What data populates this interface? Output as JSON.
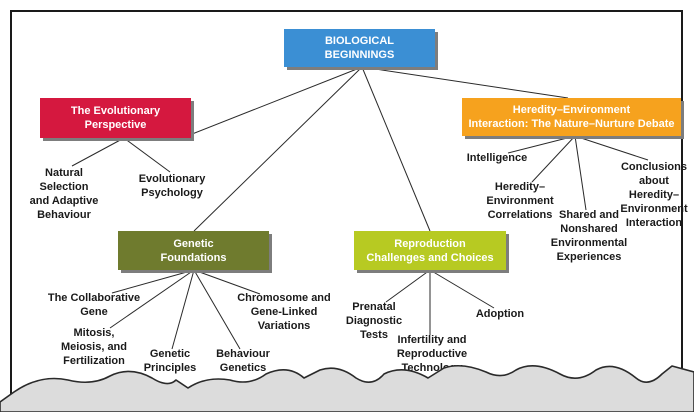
{
  "colors": {
    "root": "#3b8fd4",
    "evolutionary": "#d5183f",
    "genetic": "#6f7b2e",
    "reproduction": "#b7ca22",
    "heredity": "#f6a21e",
    "line": "#2a2a2a"
  },
  "root": {
    "label": "BIOLOGICAL\nBEGINNINGS"
  },
  "evolutionary": {
    "label": "The Evolutionary\nPerspective",
    "children": [
      "Natural\nSelection\nand Adaptive\nBehaviour",
      "Evolutionary\nPsychology"
    ]
  },
  "genetic": {
    "label": "Genetic\nFoundations",
    "children": [
      "The Collaborative\nGene",
      "Mitosis,\nMeiosis, and\nFertilization",
      "Genetic\nPrinciples",
      "Behaviour\nGenetics",
      "Chromosome and\nGene-Linked\nVariations"
    ]
  },
  "reproduction": {
    "label": "Reproduction\nChallenges and Choices",
    "children": [
      "Prenatal\nDiagnostic\nTests",
      "Infertility and\nReproductive\nTechnology",
      "Adoption"
    ]
  },
  "heredity": {
    "label": "Heredity–Environment\nInteraction: The Nature–Nurture Debate",
    "children": [
      "Intelligence",
      "Heredity–\nEnvironment\nCorrelations",
      "Shared and\nNonshared\nEnvironmental\nExperiences",
      "Conclusions\nabout\nHeredity–\nEnvironment\nInteraction"
    ]
  }
}
